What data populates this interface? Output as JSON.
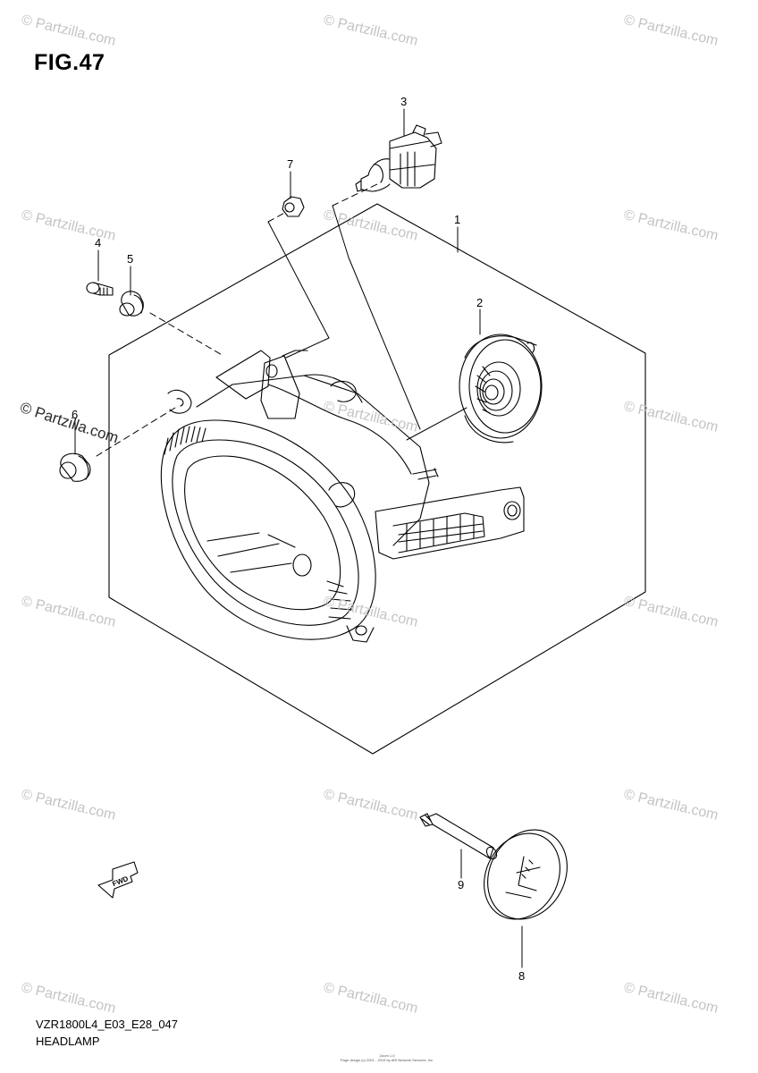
{
  "figure": {
    "title": "FIG.47",
    "code": "VZR1800L4_E03_E28_047",
    "name": "HEADLAMP"
  },
  "callouts": [
    "1",
    "2",
    "3",
    "4",
    "5",
    "6",
    "7",
    "8",
    "9"
  ],
  "fwd_arrow_label": "FWD",
  "watermark_text": "© Partzilla.com",
  "footer_line1": "Zoom 1.0",
  "footer_line2": "Page design (c) 2001 - 2019 by ARI Network Services, Inc."
}
